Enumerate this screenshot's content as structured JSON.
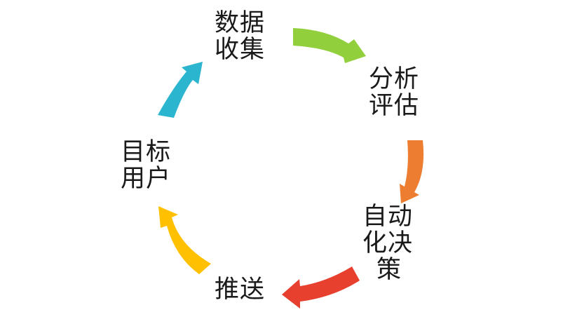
{
  "diagram": {
    "nodes": [
      {
        "id": "data-collection",
        "label": "数据\n收集"
      },
      {
        "id": "analysis",
        "label": "分析\n评估"
      },
      {
        "id": "auto-decision",
        "label": "自动\n化决",
        "label_tail": "策"
      },
      {
        "id": "push",
        "label": "推送"
      },
      {
        "id": "target-users",
        "label": "目标\n用户"
      }
    ],
    "arrows": [
      {
        "from": "data-collection",
        "to": "analysis",
        "color": "#92CF3C"
      },
      {
        "from": "analysis",
        "to": "auto-decision",
        "color": "#ED7D31"
      },
      {
        "from": "auto-decision",
        "to": "push",
        "color": "#E8402F"
      },
      {
        "from": "push",
        "to": "target-users",
        "color": "#FFC000"
      },
      {
        "from": "target-users",
        "to": "data-collection",
        "color": "#2BB5CF"
      }
    ]
  }
}
